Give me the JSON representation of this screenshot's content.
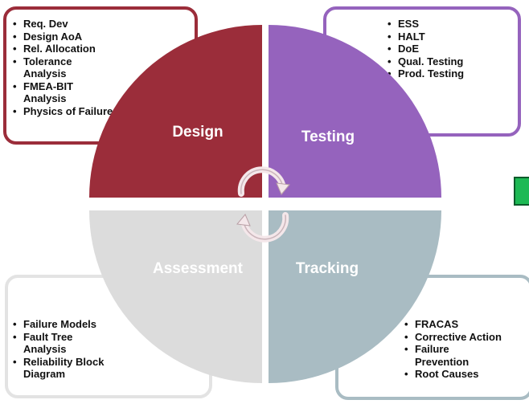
{
  "quadrants": [
    {
      "id": "design",
      "label": "Design",
      "color": "#9b2d3a",
      "label_color": "#ffffff"
    },
    {
      "id": "testing",
      "label": "Testing",
      "color": "#9563bd",
      "label_color": "#ffffff"
    },
    {
      "id": "tracking",
      "label": "Tracking",
      "color": "#a9bcc3",
      "label_color": "#ffffff"
    },
    {
      "id": "assessment",
      "label": "Assessment",
      "color": "#dcdcdc",
      "label_color": "#ffffff"
    }
  ],
  "boxes": {
    "design": {
      "border_color": "#9b2d3a",
      "items": [
        "Req. Dev",
        "Design AoA",
        "Rel. Allocation",
        "Tolerance Analysis",
        "FMEA-BIT Analysis",
        "Physics of Failure"
      ]
    },
    "testing": {
      "border_color": "#9563bd",
      "items": [
        "ESS",
        "HALT",
        "DoE",
        "Qual. Testing",
        "Prod. Testing"
      ]
    },
    "assessment": {
      "border_color": "#e3e3e3",
      "items": [
        "Failure Models",
        "Fault Tree Analysis",
        "Reliability Block Diagram"
      ]
    },
    "tracking": {
      "border_color": "#a9bcc3",
      "items": [
        "FRACAS",
        "Corrective Action",
        "Failure Prevention",
        "Root Causes"
      ]
    }
  },
  "cycle_icon": "circular-arrows-icon",
  "accent_tab_color": "#1db954"
}
